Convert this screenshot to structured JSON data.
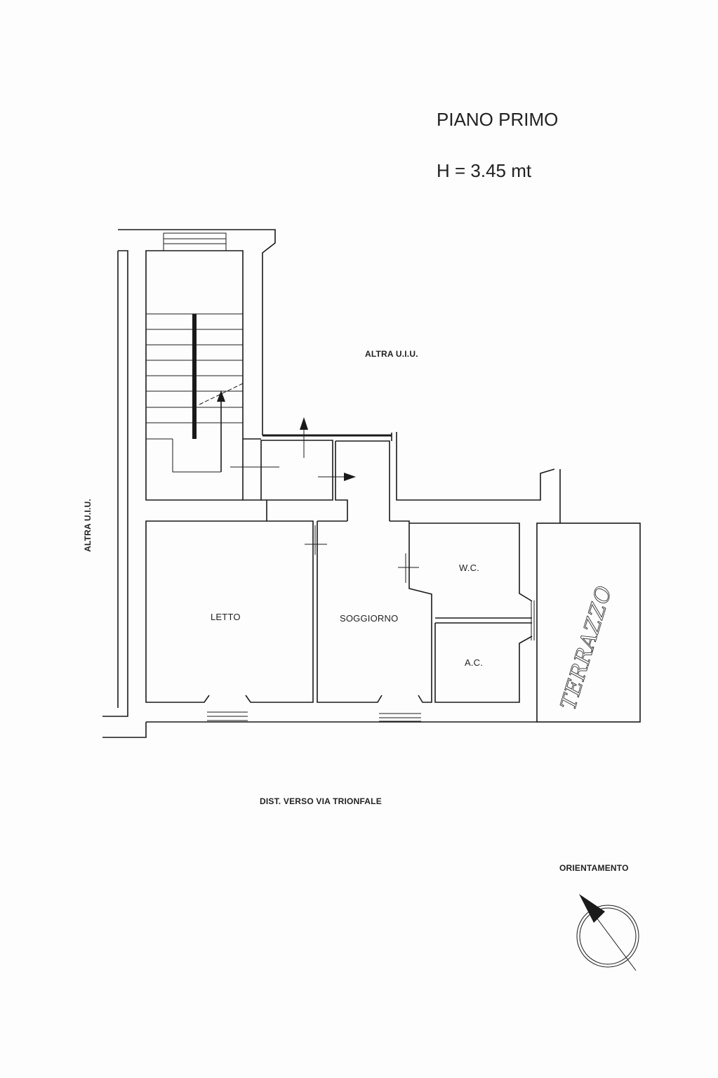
{
  "title": "PIANO PRIMO",
  "height_label": "H = 3.45 mt",
  "labels": {
    "altra_top": "ALTRA U.I.U.",
    "altra_left": "ALTRA U.I.U.",
    "letto": "LETTO",
    "soggiorno": "SOGGIORNO",
    "wc": "W.C.",
    "ac": "A.C.",
    "terrazzo": "TERRAZZO",
    "street": "DIST. VERSO VIA TRIONFALE",
    "orientation": "ORIENTAMENTO"
  },
  "colors": {
    "line": "#1a1a1a",
    "background": "#fdfdfd"
  },
  "icons": {
    "orientation": "north-arrow-icon",
    "stair_direction": "arrow-up-icon",
    "entry_up": "arrow-up-icon",
    "entry_right": "arrow-right-icon"
  }
}
